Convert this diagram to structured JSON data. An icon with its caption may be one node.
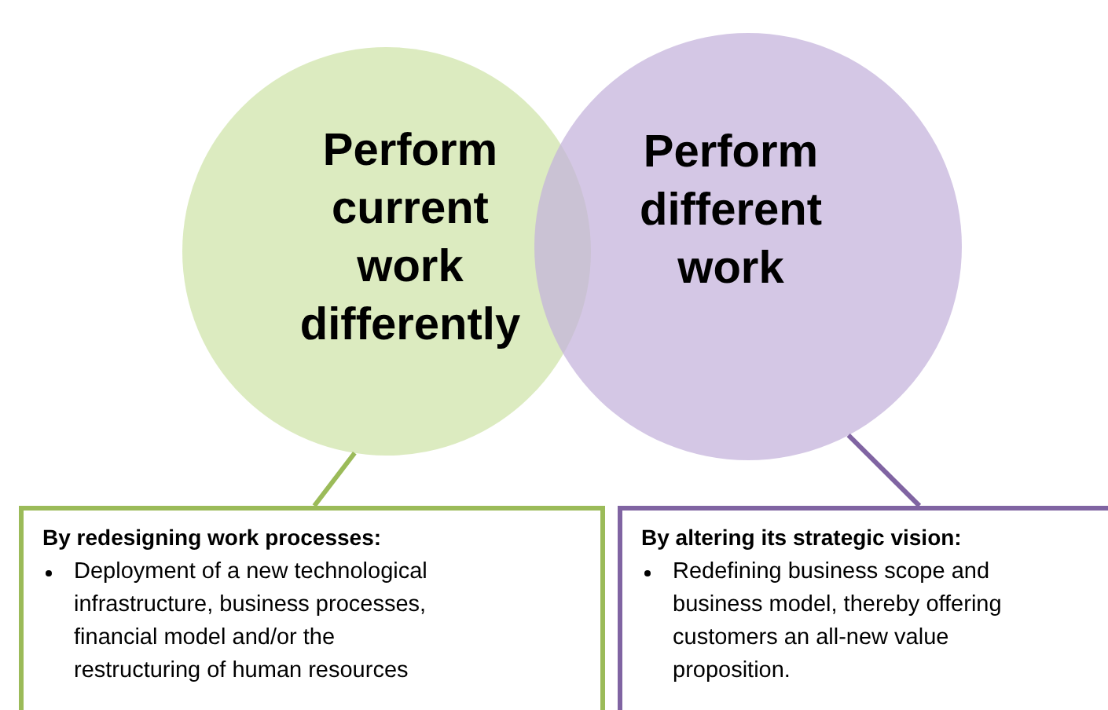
{
  "diagram": {
    "nodes": [
      {
        "text": [
          "Perform current work differently"
        ]
      },
      {
        "text": [
          "Perform different work"
        ]
      },
      {
        "text": [
          "By redesigning work processes:",
          "Deployment of a new technological infrastructure, business processes, financial model and/or the restructuring of human resources"
        ]
      },
      {
        "text": [
          "By altering its strategic vision:",
          "Redefining business scope and business model, thereby offering customers an all-new value proposition."
        ]
      }
    ],
    "edges": [
      {
        "from": 0,
        "to": 2,
        "arrow": "none",
        "color": "#9bbb59"
      },
      {
        "from": 1,
        "to": 3,
        "arrow": "none",
        "color": "#8064a2"
      }
    ]
  }
}
